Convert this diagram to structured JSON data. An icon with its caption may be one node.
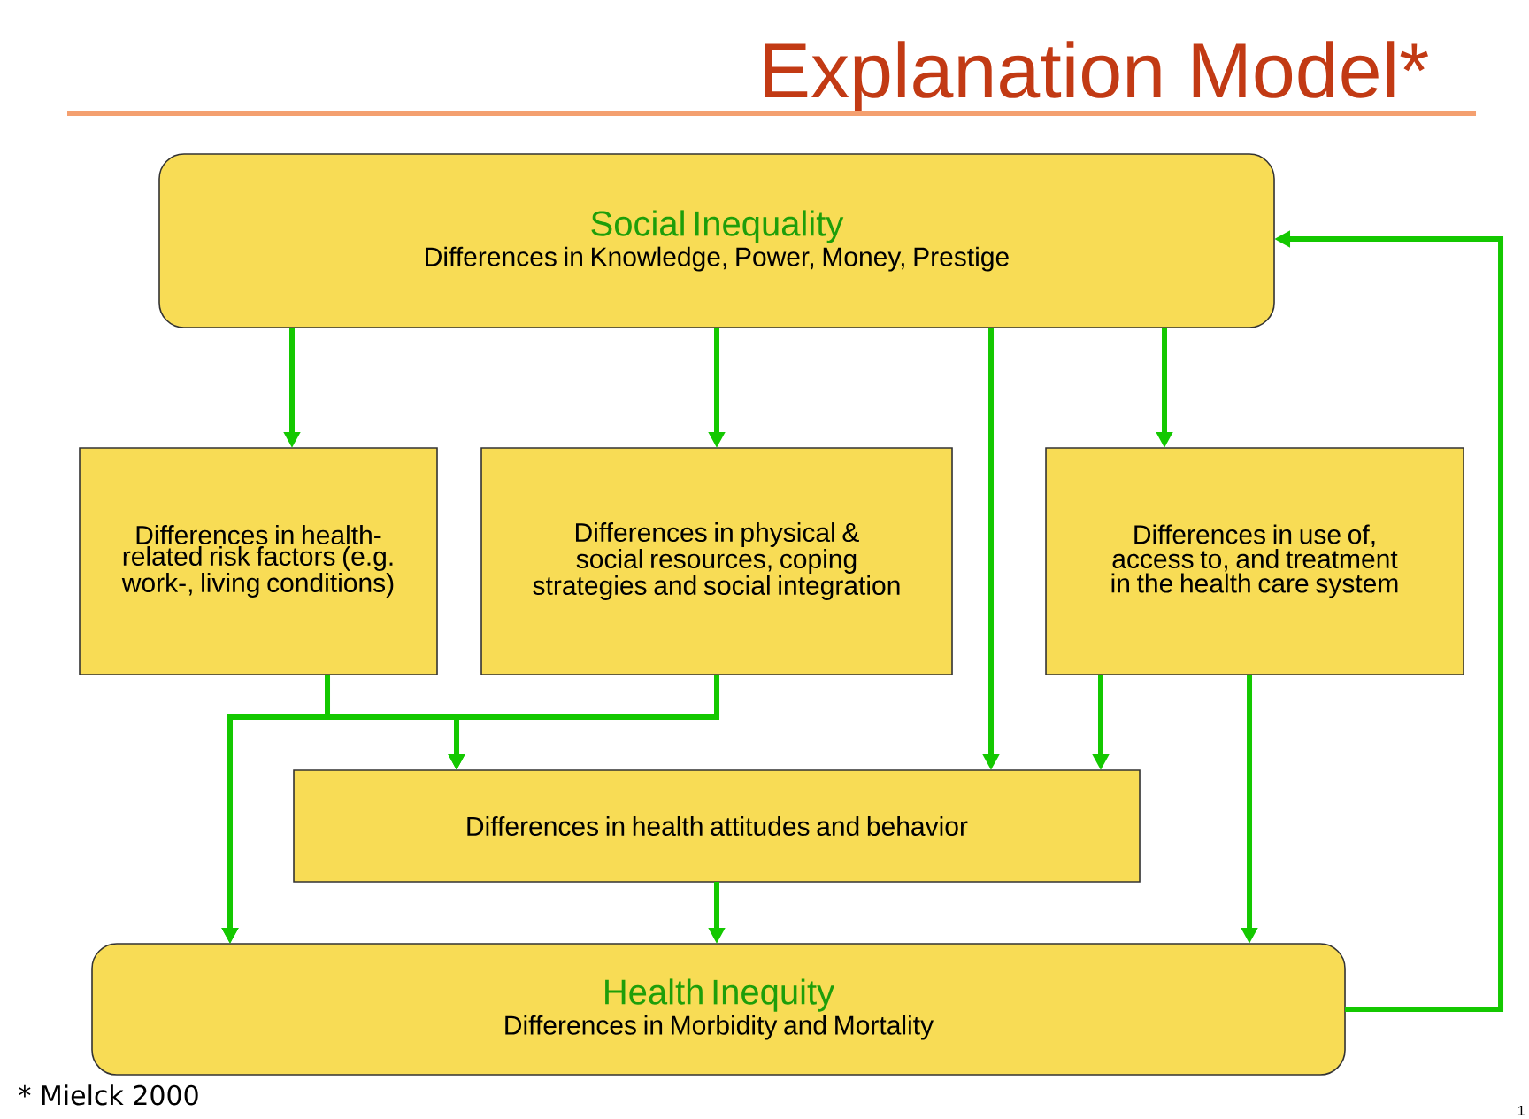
{
  "diagram": {
    "title": "Explanation Model*",
    "nodes": [
      {
        "text": [
          "Social Inequality",
          "Differences in Knowledge, Power, Money, Prestige"
        ]
      },
      {
        "text": [
          "Differences in health-related risk factors (e.g. work-, living conditions)"
        ]
      },
      {
        "text": [
          "Differences in physical & social resources, coping strategies and social integration"
        ]
      },
      {
        "text": [
          "Differences in use of, access to, and treatment in the health care system"
        ]
      },
      {
        "text": [
          "Differences in health attitudes and behavior"
        ]
      },
      {
        "text": [
          "Health Inequity",
          "Differences in Morbidity and Mortality"
        ]
      }
    ],
    "edges": [
      {
        "from": 0,
        "to": 1,
        "arrow": "to"
      },
      {
        "from": 0,
        "to": 2,
        "arrow": "to"
      },
      {
        "from": 0,
        "to": 4,
        "arrow": "to"
      },
      {
        "from": 0,
        "to": 3,
        "arrow": "to"
      },
      {
        "from": 1,
        "to": 4,
        "arrow": "to"
      },
      {
        "from": 1,
        "to": 5,
        "arrow": "to"
      },
      {
        "from": 2,
        "to": 4,
        "arrow": "to"
      },
      {
        "from": 2,
        "to": 5,
        "arrow": "to"
      },
      {
        "from": 3,
        "to": 4,
        "arrow": "to"
      },
      {
        "from": 3,
        "to": 5,
        "arrow": "to"
      },
      {
        "from": 4,
        "to": 5,
        "arrow": "to"
      },
      {
        "from": 5,
        "to": 0,
        "arrow": "to"
      }
    ],
    "labels": [
      "* Mielck 2000",
      "1"
    ]
  }
}
